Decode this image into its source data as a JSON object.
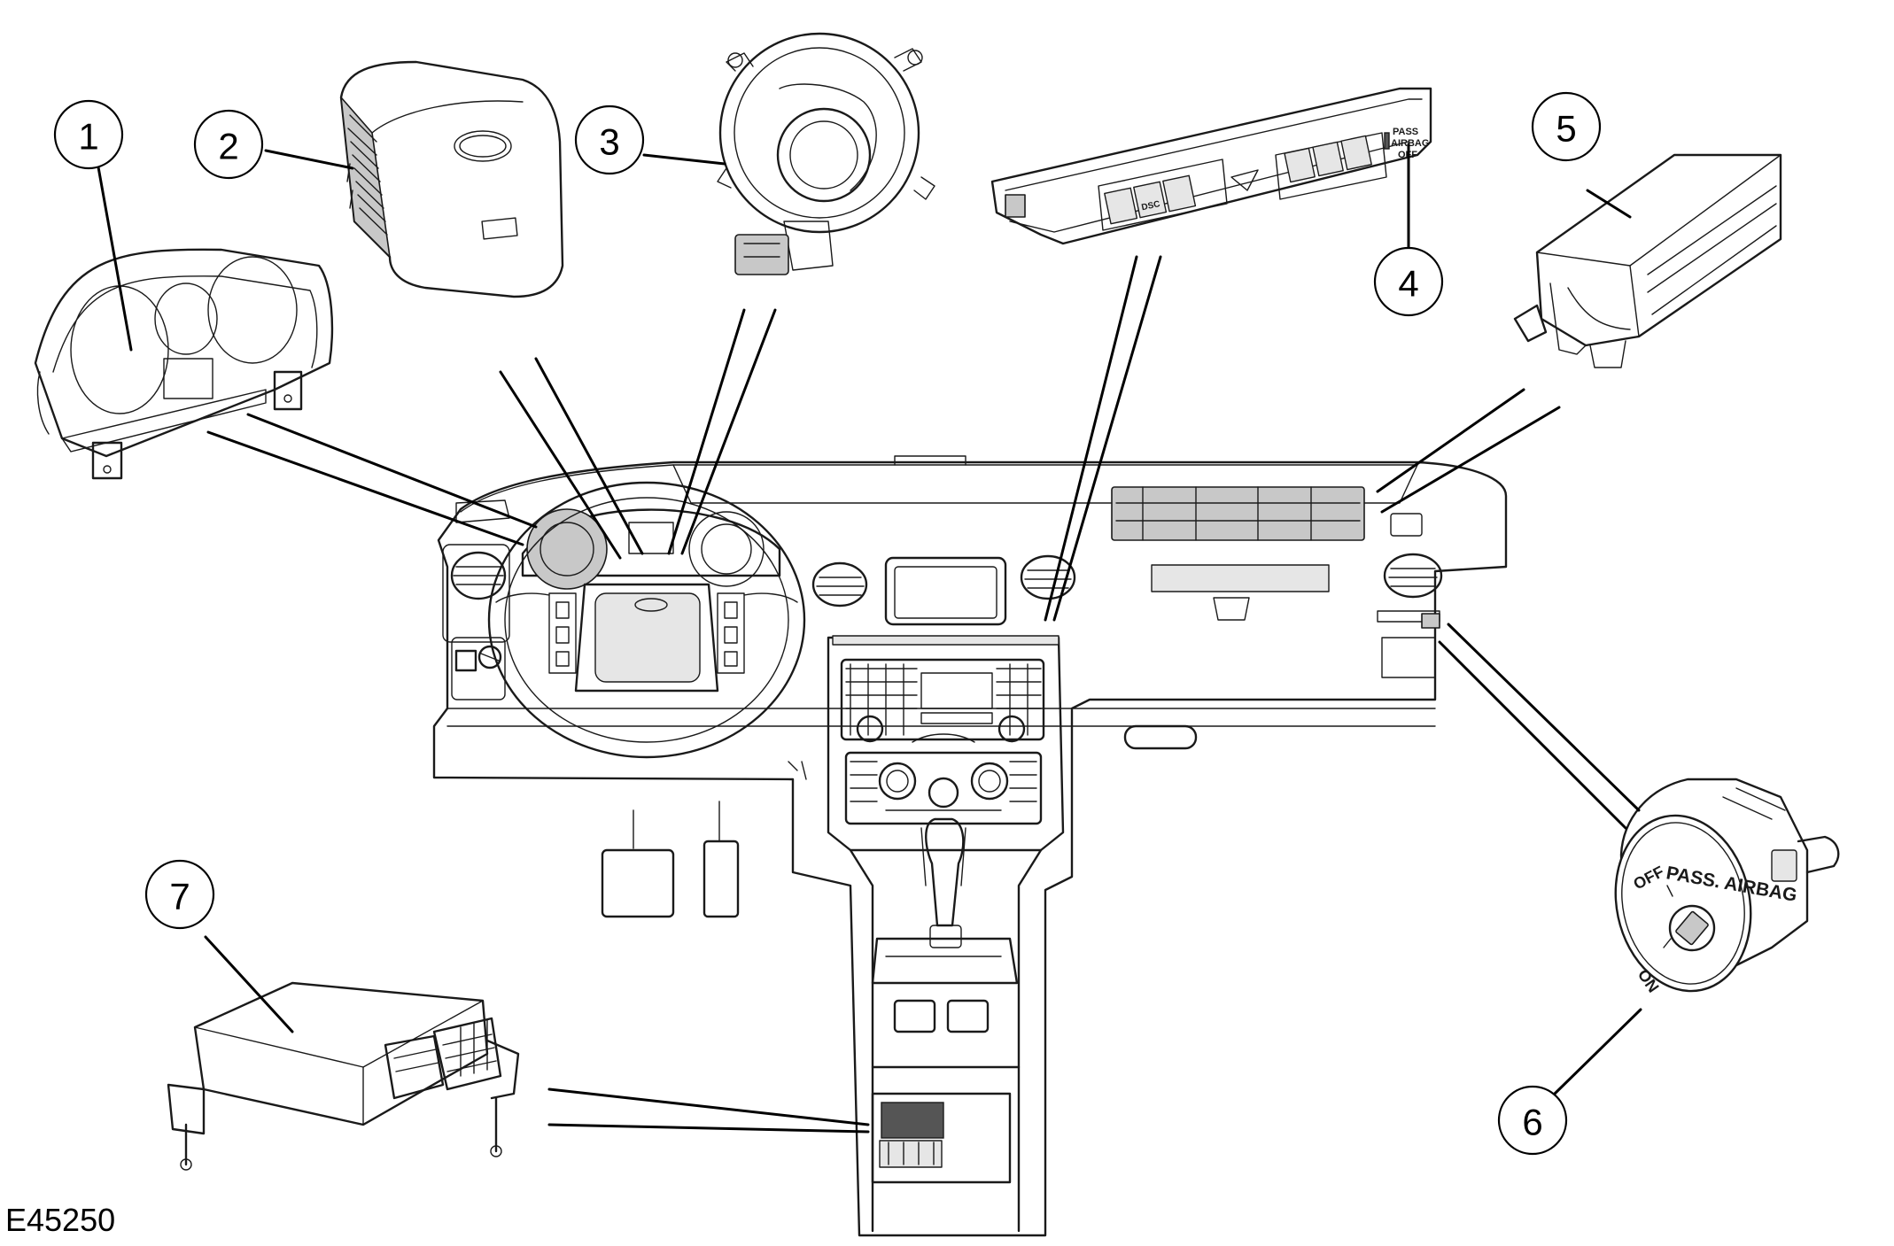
{
  "figure_id": "E45250",
  "callouts": [
    "1",
    "2",
    "3",
    "4",
    "5",
    "6",
    "7"
  ],
  "labels": {
    "switch_face_title": "PASS. AIRBAG",
    "switch_off": "OFF",
    "switch_on": "ON",
    "strip_pass": "PASS",
    "strip_airbag": "AIRBAG",
    "strip_off": "OFF",
    "btn_dsc": "DSC"
  }
}
